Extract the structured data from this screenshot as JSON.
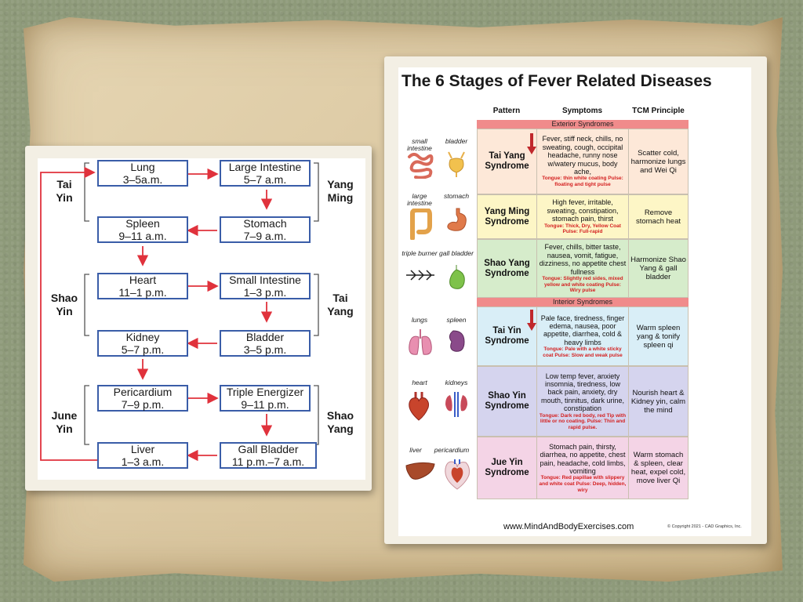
{
  "left_diagram": {
    "boxes": {
      "lung": {
        "name": "Lung",
        "time": "3–5a.m."
      },
      "large_intestine": {
        "name": "Large Intestine",
        "time": "5–7 a.m."
      },
      "spleen": {
        "name": "Spleen",
        "time": "9–11 a.m."
      },
      "stomach": {
        "name": "Stomach",
        "time": "7–9 a.m."
      },
      "heart": {
        "name": "Heart",
        "time": "11–1 p.m."
      },
      "small_intestine": {
        "name": "Small Intestine",
        "time": "1–3 p.m."
      },
      "kidney": {
        "name": "Kidney",
        "time": "5–7 p.m."
      },
      "bladder": {
        "name": "Bladder",
        "time": "3–5 p.m."
      },
      "pericardium": {
        "name": "Pericardium",
        "time": "7–9 p.m."
      },
      "triple_energizer": {
        "name": "Triple Energizer",
        "time": "9–11 p.m."
      },
      "liver": {
        "name": "Liver",
        "time": "1–3 a.m."
      },
      "gall_bladder": {
        "name": "Gall Bladder",
        "time": "11 p.m.–7 a.m."
      }
    },
    "meridian_labels": {
      "tai_yin": [
        "Tai",
        "Yin"
      ],
      "yang_ming": [
        "Yang",
        "Ming"
      ],
      "shao_yin": [
        "Shao",
        "Yin"
      ],
      "tai_yang": [
        "Tai",
        "Yang"
      ],
      "june_yin": [
        "June",
        "Yin"
      ],
      "shao_yang": [
        "Shao",
        "Yang"
      ]
    },
    "colors": {
      "box_border": "#3a5da8",
      "arrow": "#e0323c",
      "bracket": "#555555"
    }
  },
  "right_chart": {
    "title": "The 6 Stages of Fever Related Diseases",
    "column_headers": {
      "pattern": "Pattern",
      "symptoms": "Symptoms",
      "tcm": "TCM Principle"
    },
    "sections": {
      "exterior": "Exterior Syndromes",
      "interior": "Interior Syndromes"
    },
    "rows": [
      {
        "pattern": "Tai Yang Syndrome",
        "organs": [
          "small intestine",
          "bladder"
        ],
        "symptoms": "Fever, stiff neck, chills, no sweating, cough, occipital headache, runny nose w/watery mucus, body ache,",
        "tongue": "Tongue: thin white coating Pulse: floating and tight pulse",
        "tcm": "Scatter cold, harmonize lungs and Wei Qi",
        "color": "#fde8d8"
      },
      {
        "pattern": "Yang Ming Syndrome",
        "organs": [
          "large intestine",
          "stomach"
        ],
        "symptoms": "High fever, irritable, sweating, constipation, stomach pain, thirst",
        "tongue": "Tongue: Thick, Dry, Yellow Coat Pulse: Full-rapid",
        "tcm": "Remove stomach heat",
        "color": "#fdf6c6"
      },
      {
        "pattern": "Shao Yang Syndrome",
        "organs": [
          "triple burner",
          "gall bladder"
        ],
        "symptoms": "Fever, chills, bitter taste, nausea, vomit, fatigue, dizziness, no appetite chest fullness",
        "tongue": "Tongue: Slightly red sides, mixed yellow and white coating Pulse: Wiry pulse",
        "tcm": "Harmonize Shao Yang & gall bladder",
        "color": "#d6eccb"
      },
      {
        "pattern": "Tai Yin Syndrome",
        "organs": [
          "lungs",
          "spleen"
        ],
        "symptoms": "Pale face, tiredness, finger edema, nausea, poor appetite, diarrhea, cold & heavy limbs",
        "tongue": "Tongue: Pale with a white sticky coat Pulse: Slow and weak pulse",
        "tcm": "Warm spleen yang & tonify spleen qi",
        "color": "#d9eef7"
      },
      {
        "pattern": "Shao Yin Syndrome",
        "organs": [
          "heart",
          "kidneys"
        ],
        "symptoms": "Low temp fever, anxiety insomnia, tiredness, low back pain, anxiety, dry mouth, tinnitus, dark urine, constipation",
        "tongue": "Tongue: Dark red body, red Tip with little or no coating. Pulse: Thin and rapid pulse.",
        "tcm": "Nourish heart & Kidney yin, calm the mind",
        "color": "#d5d4ee"
      },
      {
        "pattern": "Jue Yin Syndrome",
        "organs": [
          "liver",
          "pericardium"
        ],
        "symptoms": "Stomach pain, thirsty, diarrhea, no appetite, chest pain, headache, cold limbs, vomiting",
        "tongue": "Tongue: Red papillae with slippery and white coat Pulse: Deep, hidden, wiry",
        "tcm": "Warm stomach & spleen, clear heat, expel cold, move liver Qi",
        "color": "#f4d4e6"
      }
    ],
    "footer_url": "www.MindAndBodyExercises.com",
    "footer_copyright": "© Copyright 2021 - CAD Graphics, Inc.",
    "colors": {
      "section_band": "#f08b8b",
      "tongue_text": "#d42020",
      "arrow": "#c0282c"
    }
  }
}
